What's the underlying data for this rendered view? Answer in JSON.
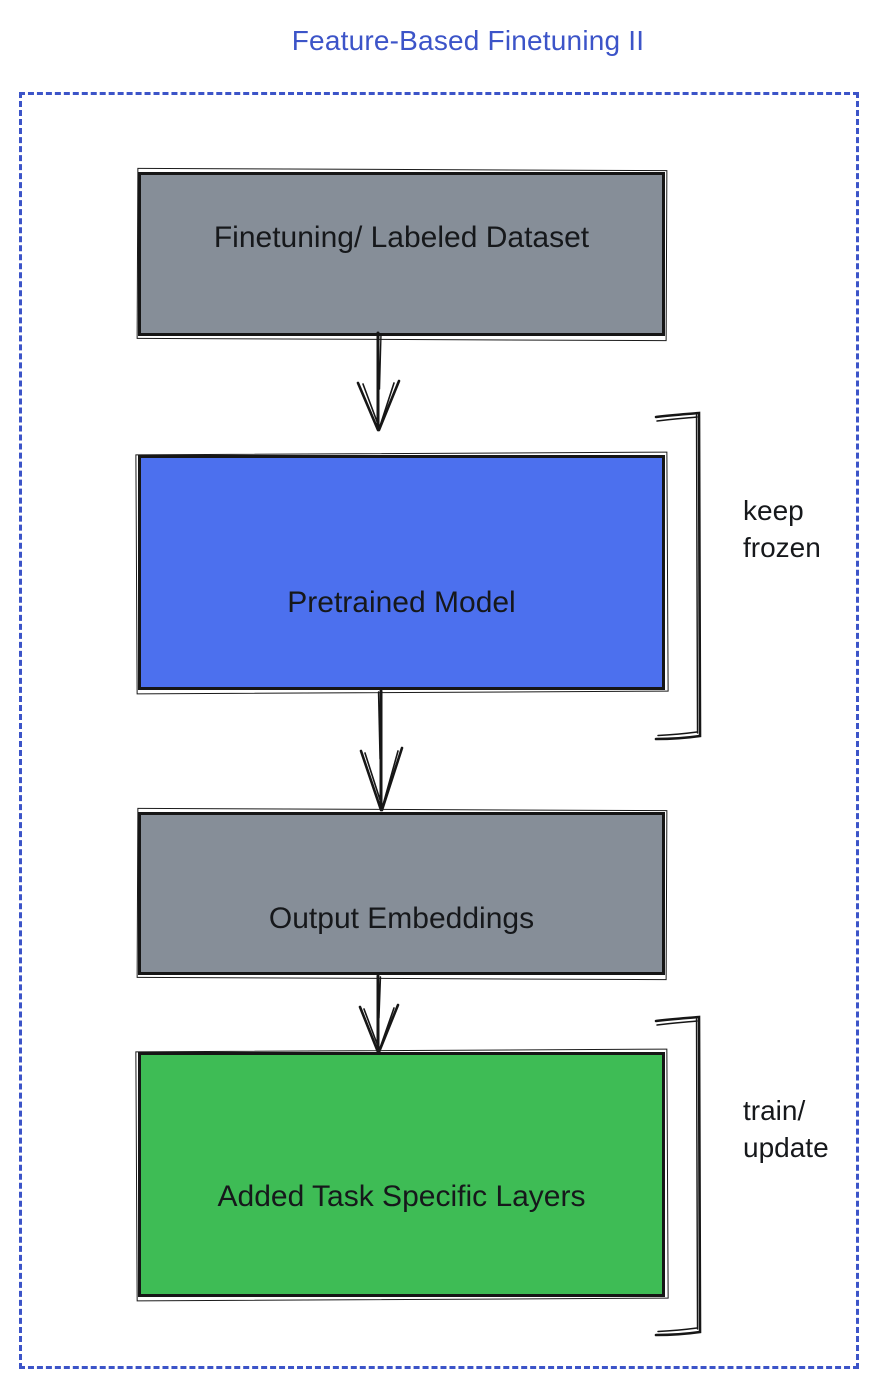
{
  "title": "Feature-Based Finetuning II",
  "colors": {
    "title_blue": "#3c54c8",
    "dotted_border_blue": "#3c54c8",
    "node_gray": "#868e98",
    "node_blue": "#4c70ee",
    "node_green": "#3ebc55",
    "ink_black": "#16181b"
  },
  "nodes": [
    {
      "label": "Finetuning/ Labeled Dataset",
      "fill": "#868e98"
    },
    {
      "label": "Pretrained Model",
      "fill": "#4c70ee"
    },
    {
      "label": "Output Embeddings",
      "fill": "#868e98"
    },
    {
      "label": "Added Task Specific Layers",
      "fill": "#3ebc55"
    }
  ],
  "annotations": [
    {
      "lines": [
        "keep",
        "frozen"
      ]
    },
    {
      "lines": [
        "train/",
        "update"
      ]
    }
  ]
}
